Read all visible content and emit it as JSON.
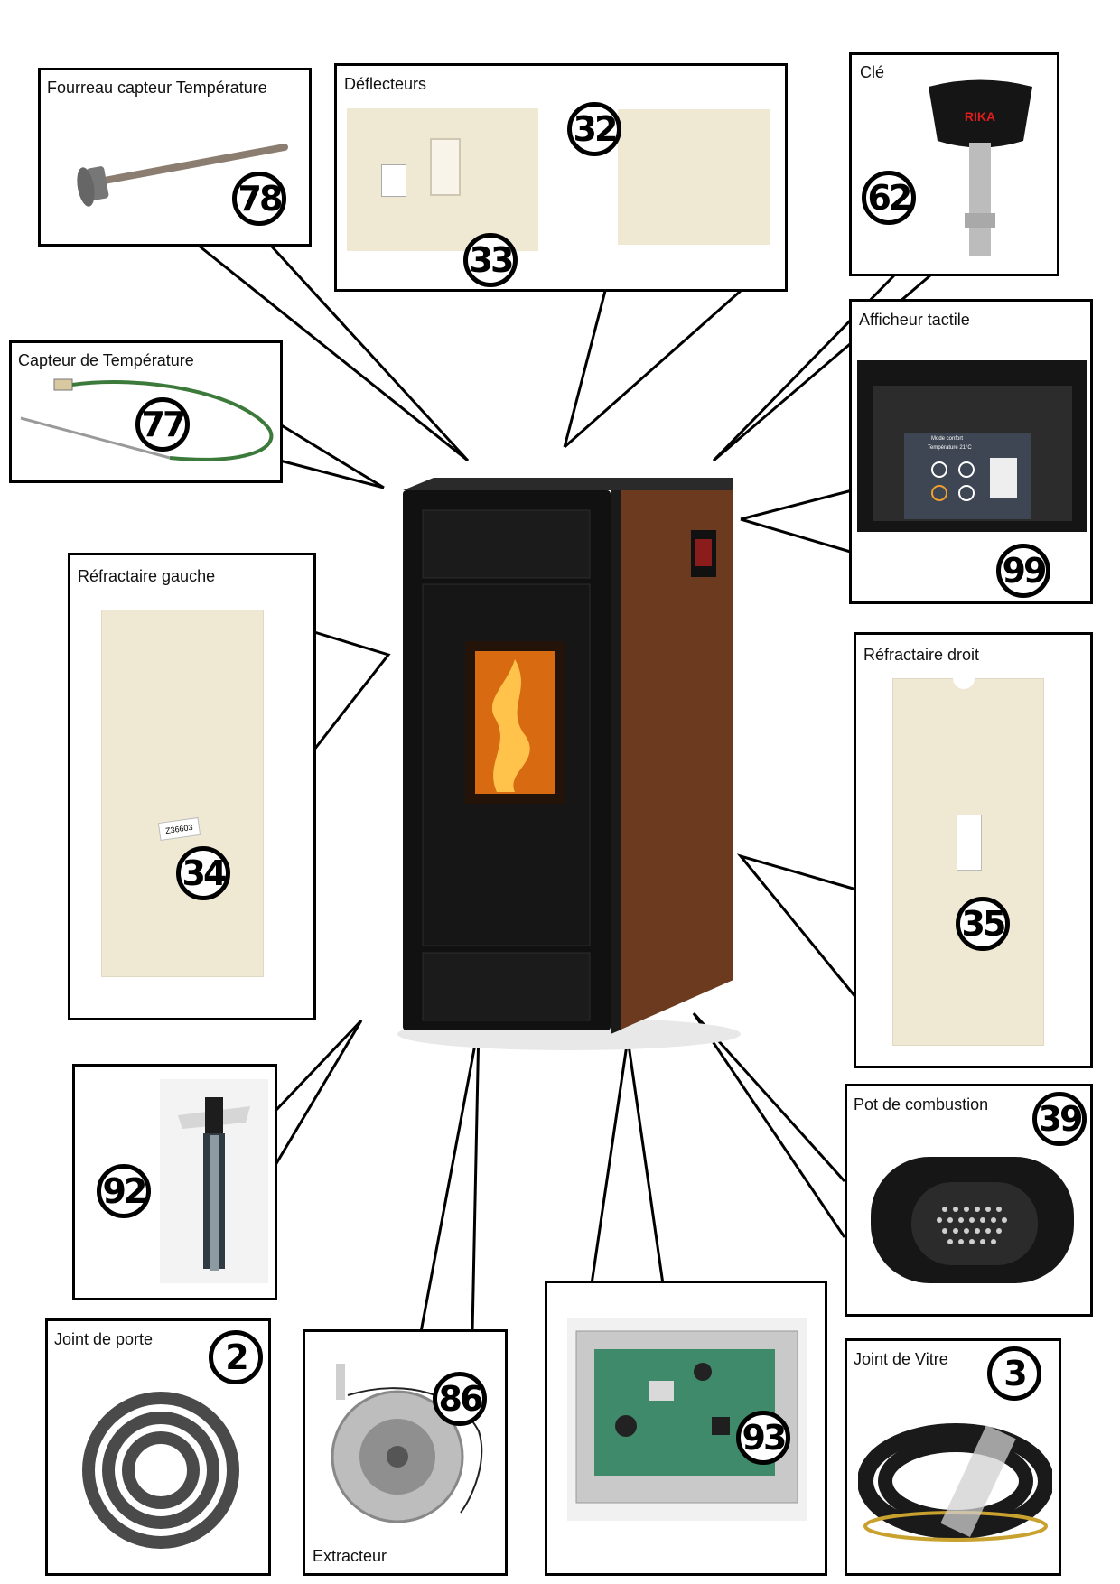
{
  "parts": [
    {
      "id": "fourreau",
      "title": "Fourreau capteur Température",
      "number": "78"
    },
    {
      "id": "deflecteurs",
      "title": "Déflecteurs",
      "numbers": [
        "32",
        "33"
      ]
    },
    {
      "id": "cle",
      "title": "Clé",
      "number": "62",
      "brand": "RIKA"
    },
    {
      "id": "capteur",
      "title": "Capteur de Température",
      "number": "77"
    },
    {
      "id": "afficheur",
      "title": "Afficheur tactile",
      "number": "99"
    },
    {
      "id": "refractaire-gauche",
      "title": "Réfractaire gauche",
      "number": "34",
      "label": "Z36603"
    },
    {
      "id": "refractaire-droit",
      "title": "Réfractaire droit",
      "number": "35"
    },
    {
      "id": "allumeur",
      "title": "",
      "number": "92"
    },
    {
      "id": "pot",
      "title": "Pot de combustion",
      "number": "39"
    },
    {
      "id": "joint-porte",
      "title": "Joint de porte",
      "number": "2"
    },
    {
      "id": "extracteur",
      "title": "Extracteur",
      "number": "86"
    },
    {
      "id": "carte",
      "title": "",
      "number": "93"
    },
    {
      "id": "joint-vitre",
      "title": "Joint de Vitre",
      "number": "3"
    }
  ],
  "display_screen": {
    "mode": "Mode confort",
    "temp_label": "Température 21°C"
  },
  "colors": {
    "stove_body": "#111111",
    "side_panel": "#6b3a1f",
    "refractory": "#efe8d3",
    "line": "#000000"
  }
}
